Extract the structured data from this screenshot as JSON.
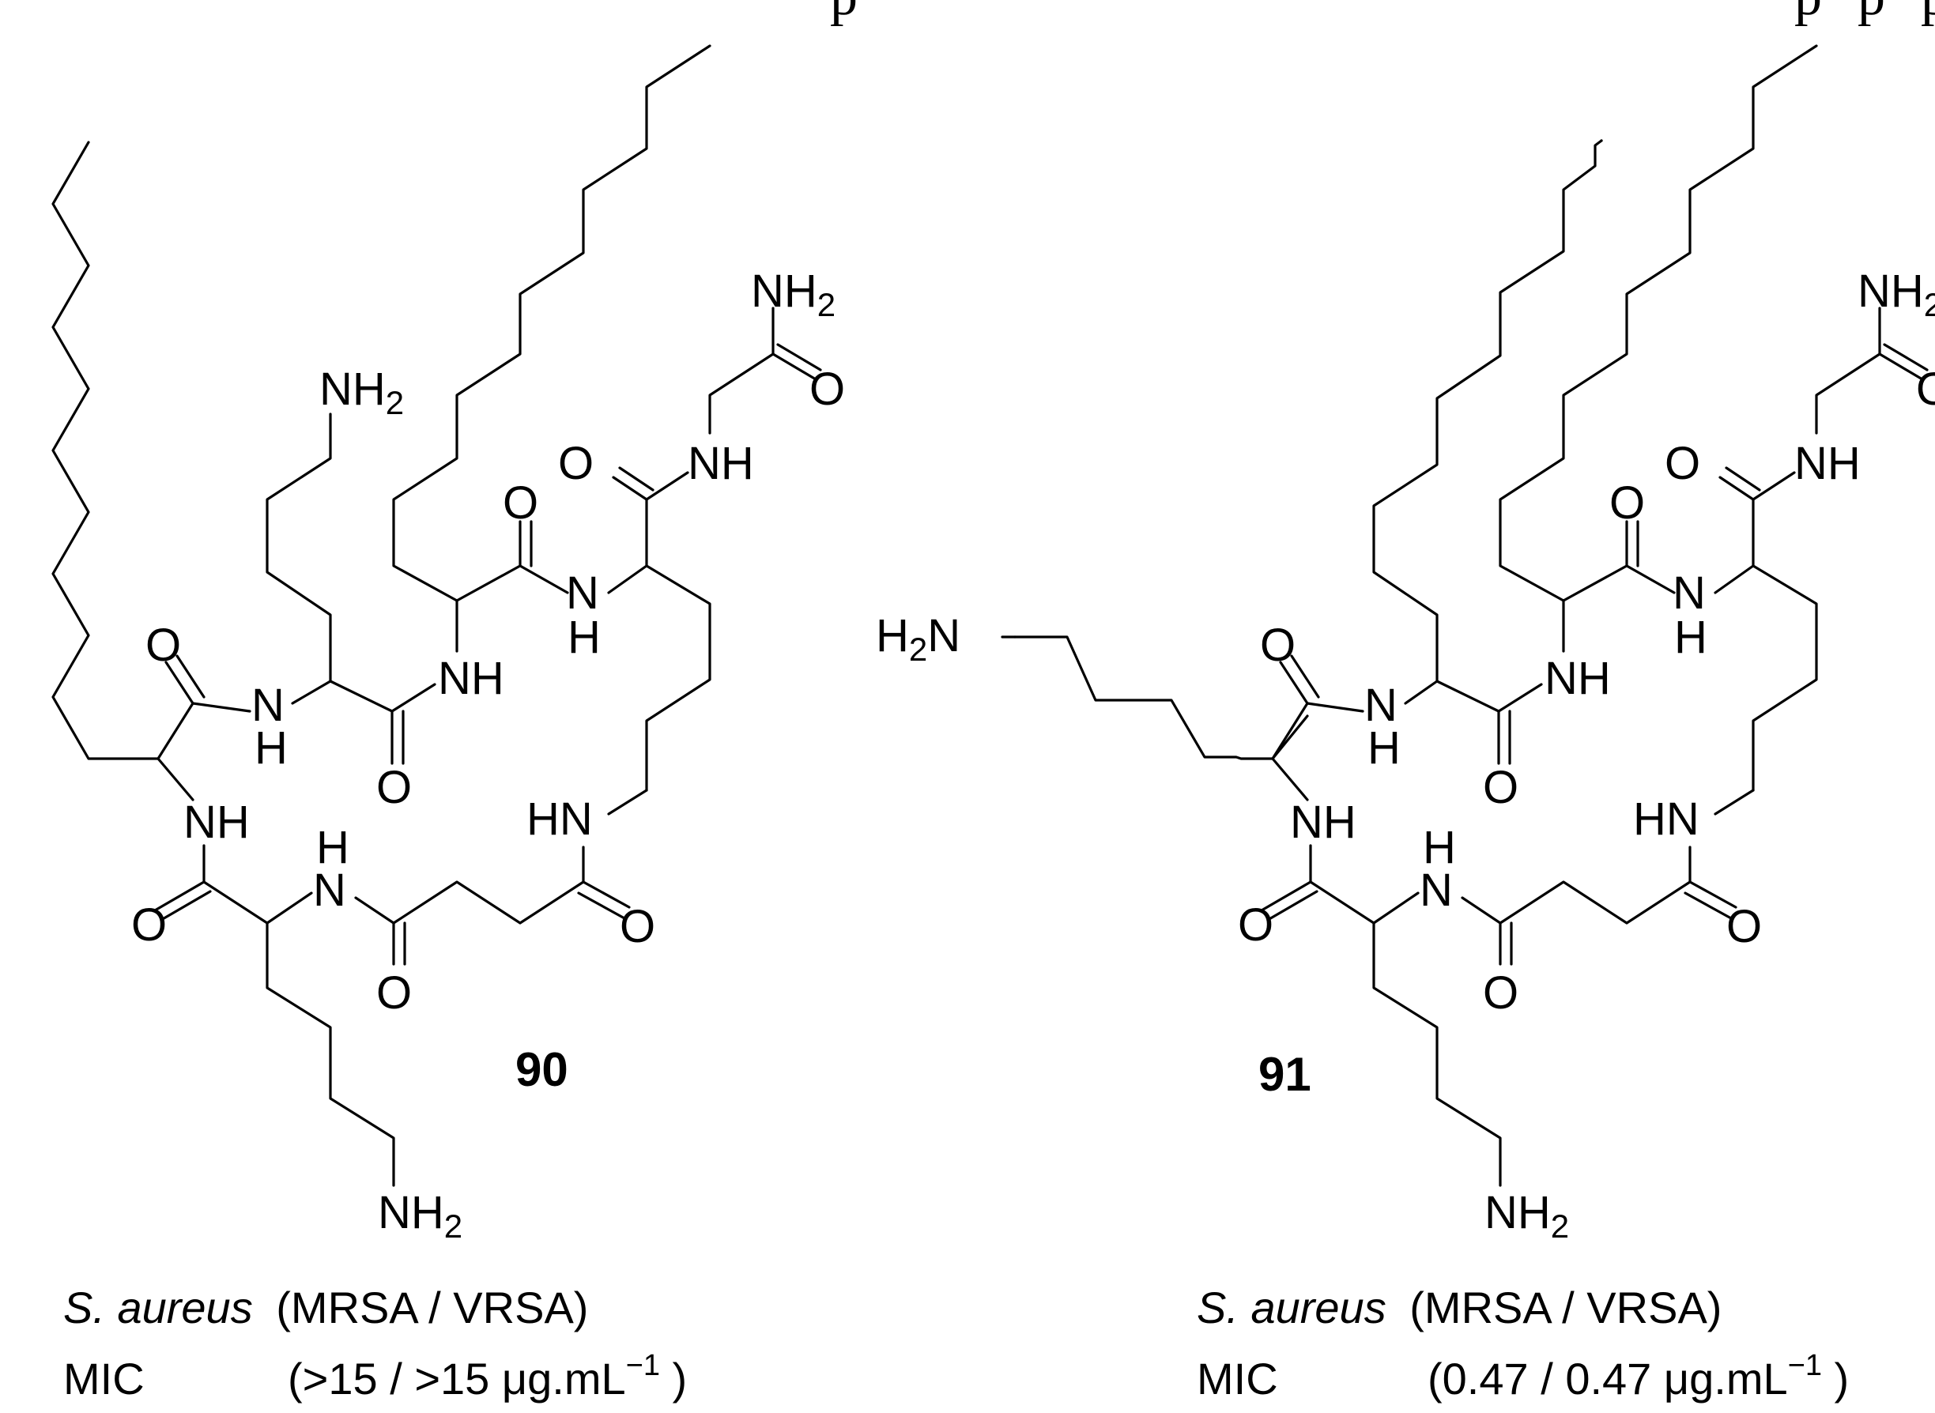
{
  "compounds": [
    {
      "id": "90",
      "activity": {
        "organism": "S. aureus",
        "strains": "(MRSA / VRSA)",
        "mic_label": "MIC",
        "mic_values": "(>15 / >15 μg.mL",
        "mic_exponent": "−1",
        "mic_close": " )"
      }
    },
    {
      "id": "91",
      "activity": {
        "organism": "S. aureus",
        "strains": "(MRSA / VRSA)",
        "mic_label": "MIC",
        "mic_values": "(0.47 / 0.47  μg.mL",
        "mic_exponent": "−1",
        "mic_close": " )"
      }
    }
  ],
  "atoms": {
    "nh2": "NH",
    "nh2_sub": "2",
    "h2n_h": "H",
    "h2n_sub": "2",
    "h2n_n": "N",
    "o": "O",
    "nh": "NH",
    "hn": "HN",
    "n": "N",
    "h": "H"
  }
}
